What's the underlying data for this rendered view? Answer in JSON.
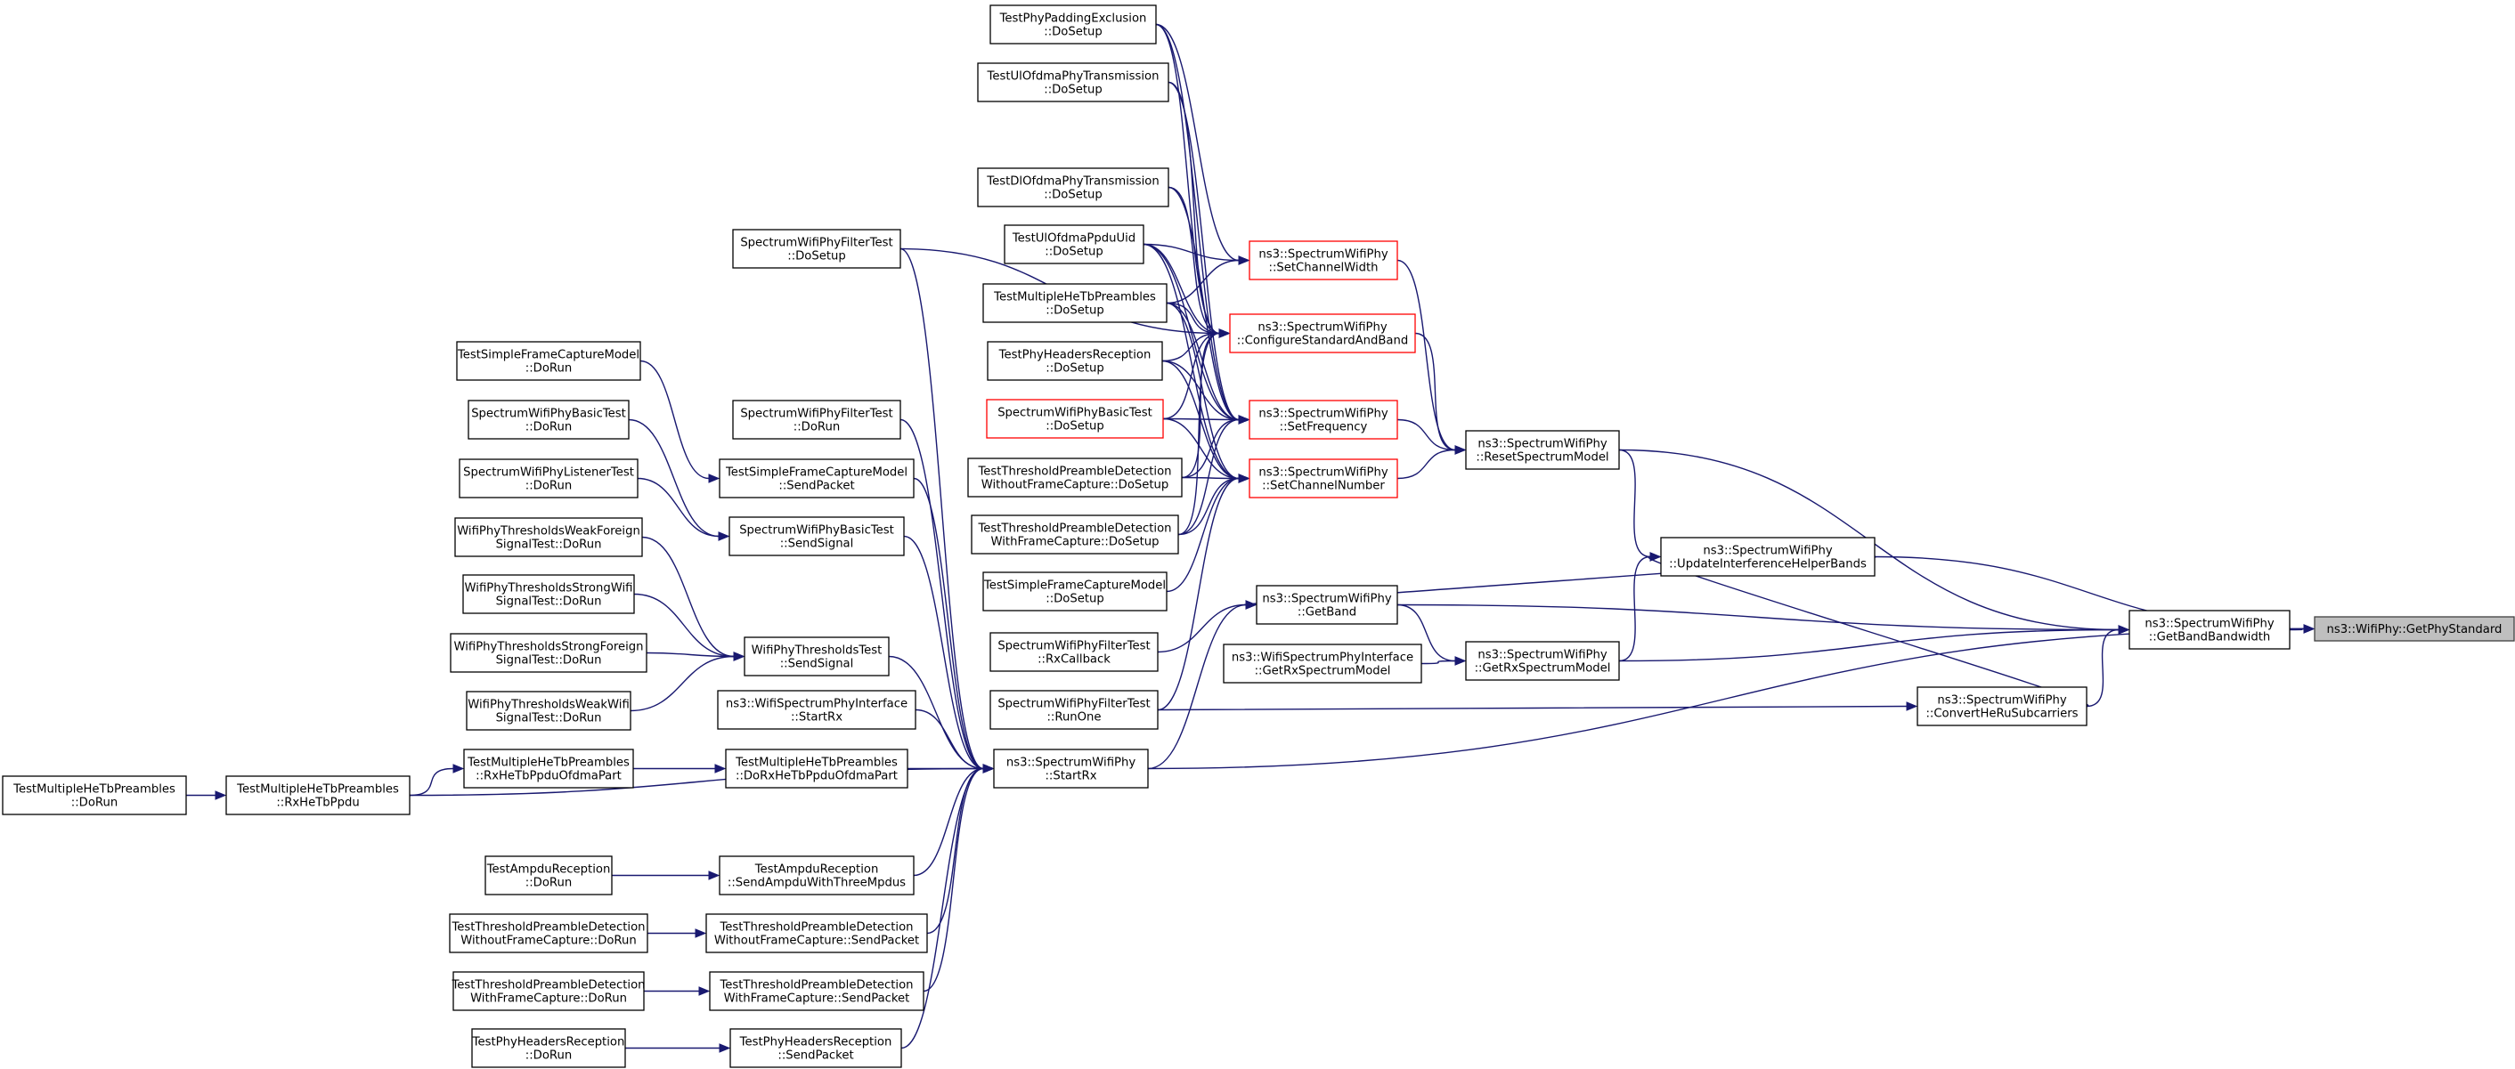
{
  "graph": {
    "title": "",
    "colors": {
      "edge": "#191970",
      "node_border": "#000000",
      "node_border_highlight": "#ff0000",
      "focus_fill": "#bfbfbf",
      "background": "#ffffff"
    },
    "nodes": [
      {
        "id": "getphystandard",
        "lines": [
          "ns3::WifiPhy::GetPhyStandard"
        ],
        "style": "focus"
      },
      {
        "id": "getbandbandwidth",
        "lines": [
          "ns3::SpectrumWifiPhy",
          "::GetBandBandwidth"
        ],
        "style": "normal"
      },
      {
        "id": "updateinterference",
        "lines": [
          "ns3::SpectrumWifiPhy",
          "::UpdateInterferenceHelperBands"
        ],
        "style": "normal"
      },
      {
        "id": "startrx",
        "lines": [
          "ns3::SpectrumWifiPhy",
          "::StartRx"
        ],
        "style": "normal"
      },
      {
        "id": "resetspectrum",
        "lines": [
          "ns3::SpectrumWifiPhy",
          "::ResetSpectrumModel"
        ],
        "style": "normal"
      },
      {
        "id": "getband",
        "lines": [
          "ns3::SpectrumWifiPhy",
          "::GetBand"
        ],
        "style": "normal"
      },
      {
        "id": "getrxspectrum",
        "lines": [
          "ns3::SpectrumWifiPhy",
          "::GetRxSpectrumModel"
        ],
        "style": "normal"
      },
      {
        "id": "convertheru",
        "lines": [
          "ns3::SpectrumWifiPhy",
          "::ConvertHeRuSubcarriers"
        ],
        "style": "normal"
      },
      {
        "id": "setchannelwidth",
        "lines": [
          "ns3::SpectrumWifiPhy",
          "::SetChannelWidth"
        ],
        "style": "red"
      },
      {
        "id": "configurestandard",
        "lines": [
          "ns3::SpectrumWifiPhy",
          "::ConfigureStandardAndBand"
        ],
        "style": "red"
      },
      {
        "id": "setfrequency",
        "lines": [
          "ns3::SpectrumWifiPhy",
          "::SetFrequency"
        ],
        "style": "red"
      },
      {
        "id": "setchannelnumber",
        "lines": [
          "ns3::SpectrumWifiPhy",
          "::SetChannelNumber"
        ],
        "style": "red"
      },
      {
        "id": "ifacegetrx",
        "lines": [
          "ns3::WifiSpectrumPhyInterface",
          "::GetRxSpectrumModel"
        ],
        "style": "normal"
      },
      {
        "id": "paddingexclusion",
        "lines": [
          "TestPhyPaddingExclusion",
          "::DoSetup"
        ],
        "style": "normal"
      },
      {
        "id": "ulofdmatx",
        "lines": [
          "TestUlOfdmaPhyTransmission",
          "::DoSetup"
        ],
        "style": "normal"
      },
      {
        "id": "dlofdmatx",
        "lines": [
          "TestDlOfdmaPhyTransmission",
          "::DoSetup"
        ],
        "style": "normal"
      },
      {
        "id": "ulofdmauid",
        "lines": [
          "TestUlOfdmaPpduUid",
          "::DoSetup"
        ],
        "style": "normal"
      },
      {
        "id": "multihetbsetup",
        "lines": [
          "TestMultipleHeTbPreambles",
          "::DoSetup"
        ],
        "style": "normal"
      },
      {
        "id": "phyheaderssetup",
        "lines": [
          "TestPhyHeadersReception",
          "::DoSetup"
        ],
        "style": "normal"
      },
      {
        "id": "basictestsetup",
        "lines": [
          "SpectrumWifiPhyBasicTest",
          "::DoSetup"
        ],
        "style": "red"
      },
      {
        "id": "threshwithoutsetup",
        "lines": [
          "TestThresholdPreambleDetection",
          "WithoutFrameCapture::DoSetup"
        ],
        "style": "normal"
      },
      {
        "id": "threshwithsetup",
        "lines": [
          "TestThresholdPreambleDetection",
          "WithFrameCapture::DoSetup"
        ],
        "style": "normal"
      },
      {
        "id": "simplecapturesetup",
        "lines": [
          "TestSimpleFrameCaptureModel",
          "::DoSetup"
        ],
        "style": "normal"
      },
      {
        "id": "filterrxcallback",
        "lines": [
          "SpectrumWifiPhyFilterTest",
          "::RxCallback"
        ],
        "style": "normal"
      },
      {
        "id": "filterrunone",
        "lines": [
          "SpectrumWifiPhyFilterTest",
          "::RunOne"
        ],
        "style": "normal"
      },
      {
        "id": "filtersetup",
        "lines": [
          "SpectrumWifiPhyFilterTest",
          "::DoSetup"
        ],
        "style": "normal"
      },
      {
        "id": "filterrun",
        "lines": [
          "SpectrumWifiPhyFilterTest",
          "::DoRun"
        ],
        "style": "normal"
      },
      {
        "id": "simplecapturesend",
        "lines": [
          "TestSimpleFrameCaptureModel",
          "::SendPacket"
        ],
        "style": "normal"
      },
      {
        "id": "basicsendsignal",
        "lines": [
          "SpectrumWifiPhyBasicTest",
          "::SendSignal"
        ],
        "style": "normal"
      },
      {
        "id": "thresholdssend",
        "lines": [
          "WifiPhyThresholdsTest",
          "::SendSignal"
        ],
        "style": "normal"
      },
      {
        "id": "ifacestartrx",
        "lines": [
          "ns3::WifiSpectrumPhyInterface",
          "::StartRx"
        ],
        "style": "normal"
      },
      {
        "id": "dorxhetb",
        "lines": [
          "TestMultipleHeTbPreambles",
          "::DoRxHeTbPpduOfdmaPart"
        ],
        "style": "normal"
      },
      {
        "id": "ampdusend",
        "lines": [
          "TestAmpduReception",
          "::SendAmpduWithThreeMpdus"
        ],
        "style": "normal"
      },
      {
        "id": "threshwithoutsend",
        "lines": [
          "TestThresholdPreambleDetection",
          "WithoutFrameCapture::SendPacket"
        ],
        "style": "normal"
      },
      {
        "id": "threshwithsend",
        "lines": [
          "TestThresholdPreambleDetection",
          "WithFrameCapture::SendPacket"
        ],
        "style": "normal"
      },
      {
        "id": "phyheaderssend",
        "lines": [
          "TestPhyHeadersReception",
          "::SendPacket"
        ],
        "style": "normal"
      },
      {
        "id": "simplecapturerun",
        "lines": [
          "TestSimpleFrameCaptureModel",
          "::DoRun"
        ],
        "style": "normal"
      },
      {
        "id": "basictestrun",
        "lines": [
          "SpectrumWifiPhyBasicTest",
          "::DoRun"
        ],
        "style": "normal"
      },
      {
        "id": "listenerrun",
        "lines": [
          "SpectrumWifiPhyListenerTest",
          "::DoRun"
        ],
        "style": "normal"
      },
      {
        "id": "weakforeign",
        "lines": [
          "WifiPhyThresholdsWeakForeign",
          "SignalTest::DoRun"
        ],
        "style": "normal"
      },
      {
        "id": "strongwifi",
        "lines": [
          "WifiPhyThresholdsStrongWifi",
          "SignalTest::DoRun"
        ],
        "style": "normal"
      },
      {
        "id": "strongforeign",
        "lines": [
          "WifiPhyThresholdsStrongForeign",
          "SignalTest::DoRun"
        ],
        "style": "normal"
      },
      {
        "id": "weakwifi",
        "lines": [
          "WifiPhyThresholdsWeakWifi",
          "SignalTest::DoRun"
        ],
        "style": "normal"
      },
      {
        "id": "rxhetbofdma",
        "lines": [
          "TestMultipleHeTbPreambles",
          "::RxHeTbPpduOfdmaPart"
        ],
        "style": "normal"
      },
      {
        "id": "rxhetbppdu",
        "lines": [
          "TestMultipleHeTbPreambles",
          "::RxHeTbPpdu"
        ],
        "style": "normal"
      },
      {
        "id": "multihetbrun",
        "lines": [
          "TestMultipleHeTbPreambles",
          "::DoRun"
        ],
        "style": "normal"
      },
      {
        "id": "ampdurun",
        "lines": [
          "TestAmpduReception",
          "::DoRun"
        ],
        "style": "normal"
      },
      {
        "id": "threshwithoutrun",
        "lines": [
          "TestThresholdPreambleDetection",
          "WithoutFrameCapture::DoRun"
        ],
        "style": "normal"
      },
      {
        "id": "threshwithrun",
        "lines": [
          "TestThresholdPreambleDetection",
          "WithFrameCapture::DoRun"
        ],
        "style": "normal"
      },
      {
        "id": "phyheadersrun",
        "lines": [
          "TestPhyHeadersReception",
          "::DoRun"
        ],
        "style": "normal"
      }
    ],
    "edges": [
      [
        "getbandbandwidth",
        "getphystandard"
      ],
      [
        "updateinterference",
        "getphystandard"
      ],
      [
        "startrx",
        "getphystandard"
      ],
      [
        "resetspectrum",
        "getbandbandwidth"
      ],
      [
        "getband",
        "getbandbandwidth"
      ],
      [
        "getrxspectrum",
        "getbandbandwidth"
      ],
      [
        "convertheru",
        "getbandbandwidth"
      ],
      [
        "resetspectrum",
        "updateinterference"
      ],
      [
        "getrxspectrum",
        "updateinterference"
      ],
      [
        "convertheru",
        "updateinterference"
      ],
      [
        "updateinterference",
        "getband"
      ],
      [
        "filterrunone",
        "convertheru"
      ],
      [
        "ifacegetrx",
        "getrxspectrum"
      ],
      [
        "getband",
        "getrxspectrum"
      ],
      [
        "setchannelwidth",
        "resetspectrum"
      ],
      [
        "configurestandard",
        "resetspectrum"
      ],
      [
        "setfrequency",
        "resetspectrum"
      ],
      [
        "setchannelnumber",
        "resetspectrum"
      ],
      [
        "filterrxcallback",
        "getband"
      ],
      [
        "startrx",
        "getband"
      ],
      [
        "paddingexclusion",
        "setchannelwidth"
      ],
      [
        "ulofdmauid",
        "setchannelwidth"
      ],
      [
        "multihetbsetup",
        "setchannelwidth"
      ],
      [
        "paddingexclusion",
        "configurestandard"
      ],
      [
        "ulofdmatx",
        "configurestandard"
      ],
      [
        "dlofdmatx",
        "configurestandard"
      ],
      [
        "ulofdmauid",
        "configurestandard"
      ],
      [
        "multihetbsetup",
        "configurestandard"
      ],
      [
        "phyheaderssetup",
        "configurestandard"
      ],
      [
        "basictestsetup",
        "configurestandard"
      ],
      [
        "threshwithoutsetup",
        "configurestandard"
      ],
      [
        "threshwithsetup",
        "configurestandard"
      ],
      [
        "filtersetup",
        "configurestandard"
      ],
      [
        "paddingexclusion",
        "setfrequency"
      ],
      [
        "ulofdmatx",
        "setfrequency"
      ],
      [
        "dlofdmatx",
        "setfrequency"
      ],
      [
        "ulofdmauid",
        "setfrequency"
      ],
      [
        "multihetbsetup",
        "setfrequency"
      ],
      [
        "phyheaderssetup",
        "setfrequency"
      ],
      [
        "basictestsetup",
        "setfrequency"
      ],
      [
        "threshwithoutsetup",
        "setfrequency"
      ],
      [
        "threshwithsetup",
        "setfrequency"
      ],
      [
        "ulofdmauid",
        "setchannelnumber"
      ],
      [
        "multihetbsetup",
        "setchannelnumber"
      ],
      [
        "phyheaderssetup",
        "setchannelnumber"
      ],
      [
        "basictestsetup",
        "setchannelnumber"
      ],
      [
        "threshwithoutsetup",
        "setchannelnumber"
      ],
      [
        "threshwithsetup",
        "setchannelnumber"
      ],
      [
        "simplecapturesetup",
        "setchannelnumber"
      ],
      [
        "filterrunone",
        "setchannelnumber"
      ],
      [
        "filtersetup",
        "startrx"
      ],
      [
        "filterrun",
        "startrx"
      ],
      [
        "simplecapturesend",
        "startrx"
      ],
      [
        "basicsendsignal",
        "startrx"
      ],
      [
        "thresholdssend",
        "startrx"
      ],
      [
        "ifacestartrx",
        "startrx"
      ],
      [
        "dorxhetb",
        "startrx"
      ],
      [
        "rxhetbppdu",
        "startrx"
      ],
      [
        "ampdusend",
        "startrx"
      ],
      [
        "threshwithoutsend",
        "startrx"
      ],
      [
        "threshwithsend",
        "startrx"
      ],
      [
        "phyheaderssend",
        "startrx"
      ],
      [
        "simplecapturerun",
        "simplecapturesend"
      ],
      [
        "basictestrun",
        "basicsendsignal"
      ],
      [
        "listenerrun",
        "basicsendsignal"
      ],
      [
        "weakforeign",
        "thresholdssend"
      ],
      [
        "strongwifi",
        "thresholdssend"
      ],
      [
        "strongforeign",
        "thresholdssend"
      ],
      [
        "weakwifi",
        "thresholdssend"
      ],
      [
        "rxhetbofdma",
        "dorxhetb"
      ],
      [
        "rxhetbppdu",
        "rxhetbofdma"
      ],
      [
        "multihetbrun",
        "rxhetbppdu"
      ],
      [
        "ampdurun",
        "ampdusend"
      ],
      [
        "threshwithoutrun",
        "threshwithoutsend"
      ],
      [
        "threshwithrun",
        "threshwithsend"
      ],
      [
        "phyheadersrun",
        "phyheaderssend"
      ]
    ]
  }
}
